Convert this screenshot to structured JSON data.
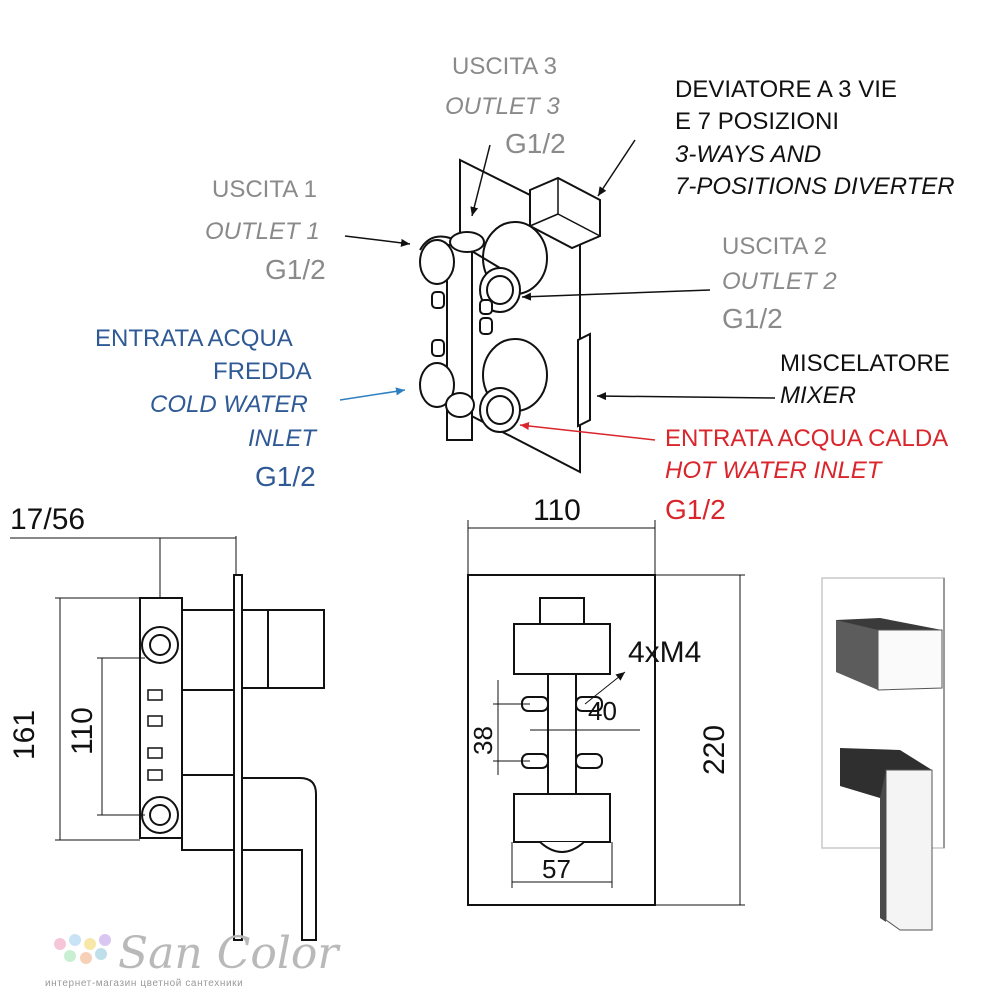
{
  "labels": {
    "outlet3": {
      "it": "USCITA 3",
      "en": "OUTLET 3",
      "thread": "G1/2"
    },
    "outlet1": {
      "it": "USCITA 1",
      "en": "OUTLET 1",
      "thread": "G1/2"
    },
    "outlet2": {
      "it": "USCITA 2",
      "en": "OUTLET 2",
      "thread": "G1/2"
    },
    "diverter": {
      "it1": "DEVIATORE A 3 VIE",
      "it2": "E 7 POSIZIONI",
      "en1": "3-WAYS AND",
      "en2": "7-POSITIONS DIVERTER"
    },
    "cold": {
      "it1": "ENTRATA ACQUA",
      "it2": "FREDDA",
      "en1": "COLD WATER",
      "en2": "INLET",
      "thread": "G1/2"
    },
    "mixer": {
      "it": "MISCELATORE",
      "en": "MIXER"
    },
    "hot": {
      "it": "ENTRATA ACQUA CALDA",
      "en": "HOT WATER INLET",
      "thread": "G1/2"
    }
  },
  "dimensions": {
    "side_depth": "17/56",
    "side_height_total": "161",
    "side_height_axes": "110",
    "front_width": "110",
    "front_height": "220",
    "screws": "4xM4",
    "screw_spacing_v": "38",
    "screw_spacing_h": "40",
    "axis_spacing": "57"
  },
  "brand": {
    "name": "San Color",
    "tagline": "интернет-магазин цветной сантехники"
  },
  "colors": {
    "gray": "#8a8a8a",
    "blue": "#2f5a95",
    "red": "#d9252b",
    "line": "#111111"
  }
}
